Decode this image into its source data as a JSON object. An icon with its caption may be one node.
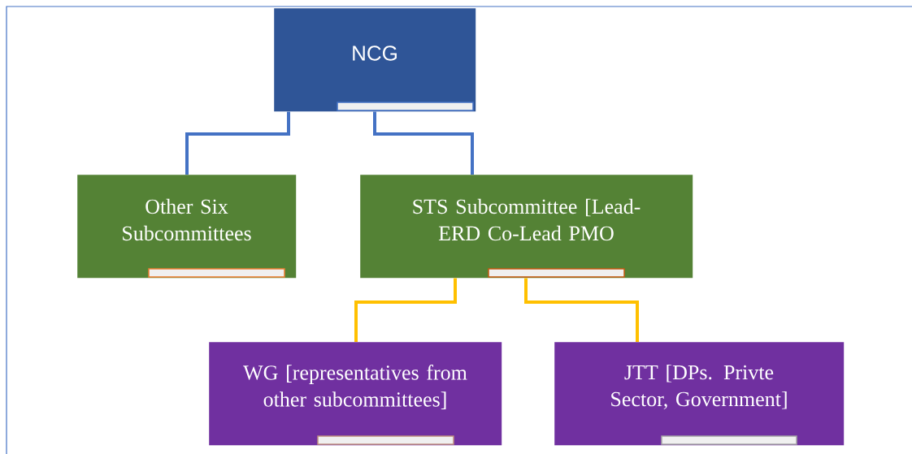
{
  "diagram": {
    "nodes": [
      {
        "text": [
          "NCG"
        ]
      },
      {
        "text": [
          "Other Six Subcommittees"
        ]
      },
      {
        "text": [
          "STS Subcommittee [Lead- ERD Co-Lead PMO"
        ]
      },
      {
        "text": [
          "WG [representatives from other subcommittees]"
        ]
      },
      {
        "text": [
          "JTT [DPs. Privte Sector, Government]"
        ]
      }
    ],
    "edges": [
      {
        "from": 0,
        "to": 1,
        "arrow": "none",
        "color": "#4472c4"
      },
      {
        "from": 0,
        "to": 2,
        "arrow": "none",
        "color": "#4472c4"
      },
      {
        "from": 2,
        "to": 3,
        "arrow": "none",
        "color": "#ffc000"
      },
      {
        "from": 2,
        "to": 4,
        "arrow": "none",
        "color": "#ffc000"
      }
    ]
  }
}
